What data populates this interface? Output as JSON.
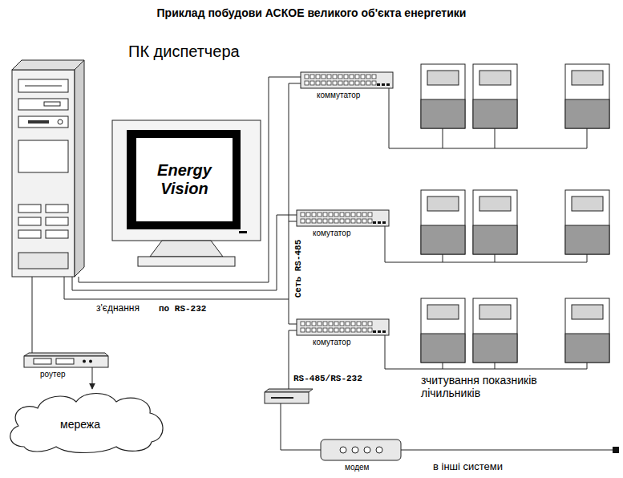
{
  "diagram": {
    "title": "Приклад побудови АСКОЕ великого об'єкта енергетики",
    "nodes": [
      {
        "text": [
          "ПК диспетчера"
        ]
      },
      {
        "text": [
          "Energy Vision"
        ]
      },
      {
        "text": [
          "коммутатор"
        ]
      },
      {
        "text": [
          "комутатор"
        ]
      },
      {
        "text": [
          "комутатор"
        ]
      },
      {
        "text": [
          "роутер"
        ]
      },
      {
        "text": [
          "мережа"
        ]
      },
      {
        "text": [
          "RS-485/RS-232"
        ]
      },
      {
        "text": [
          "модем"
        ]
      }
    ],
    "edges": [
      {
        "from": 0,
        "to": 2,
        "arrow": "none"
      },
      {
        "from": 0,
        "to": 3,
        "arrow": "none"
      },
      {
        "from": 0,
        "to": 4,
        "arrow": "none"
      },
      {
        "from": 4,
        "to": 7,
        "arrow": "none"
      },
      {
        "from": 7,
        "to": 8,
        "arrow": "none"
      },
      {
        "from": 0,
        "to": 5,
        "arrow": "none"
      },
      {
        "from": 5,
        "to": 6,
        "arrow": "to"
      }
    ],
    "labels": [
      "з'єднання",
      "по RS-232",
      "Сеть RS-485",
      "зчитування показників лічильників",
      "в інші системи"
    ]
  }
}
